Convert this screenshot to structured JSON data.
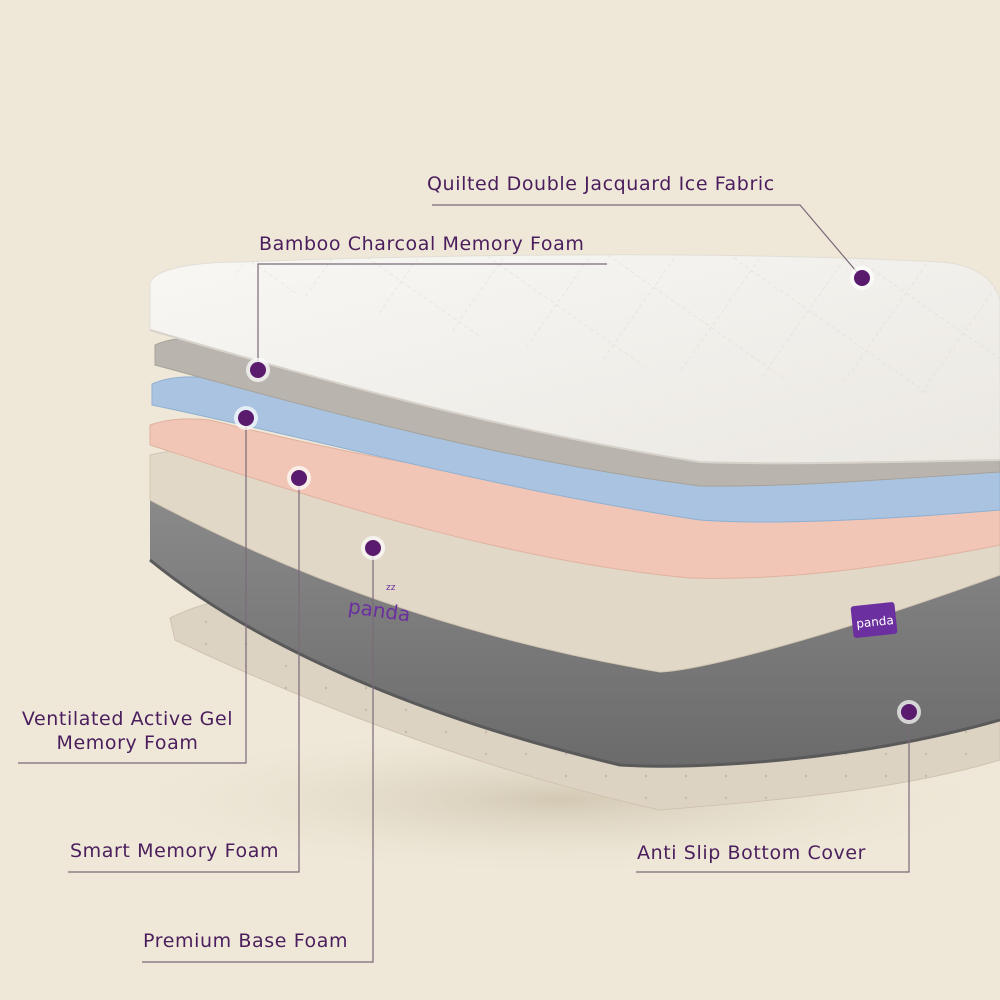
{
  "colors": {
    "background": "#efe8d8",
    "label_text": "#4a1d5c",
    "leader_line": "#7a6a78",
    "marker": "#5a1a6e",
    "brand_purple": "#6b2fa0",
    "layer_top": "#f4f2ee",
    "layer_charcoal": "#b9b5ae",
    "layer_gel": "#a9c3e0",
    "layer_smart": "#f1c6b6",
    "layer_base": "#e2d8c8",
    "layer_cover": "#7b7b7b",
    "layer_bottom": "#ddd3c3"
  },
  "labels": {
    "quilted": "Quilted Double Jacquard Ice Fabric",
    "bamboo": "Bamboo Charcoal Memory Foam",
    "gel_line1": "Ventilated Active Gel",
    "gel_line2": "Memory Foam",
    "smart": "Smart Memory Foam",
    "base": "Premium Base Foam",
    "anti_slip": "Anti Slip Bottom Cover"
  },
  "brand": {
    "name": "panda",
    "sleep_mark": "zz"
  }
}
